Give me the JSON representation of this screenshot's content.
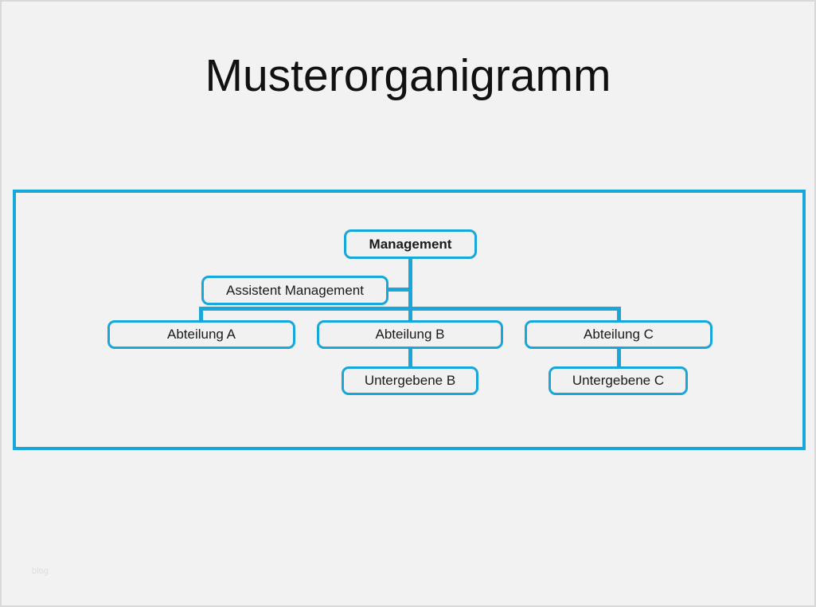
{
  "page": {
    "title": "Musterorganigramm",
    "watermark": "blog"
  },
  "colors": {
    "accent": "#18a7db",
    "background": "#f2f2f2",
    "box_fill": "#f1f1f1",
    "text": "#1a1a1a",
    "page_border": "#d9d9d9",
    "watermark": "#dddddd"
  },
  "chart_data": {
    "type": "org-chart",
    "title": "Musterorganigramm",
    "nodes": [
      {
        "id": "management",
        "label": "Management",
        "bold": true,
        "level": 1
      },
      {
        "id": "assistent",
        "label": "Assistent Management",
        "bold": false,
        "level": 2
      },
      {
        "id": "abteilung-a",
        "label": "Abteilung A",
        "bold": false,
        "level": 3
      },
      {
        "id": "abteilung-b",
        "label": "Abteilung B",
        "bold": false,
        "level": 3
      },
      {
        "id": "abteilung-c",
        "label": "Abteilung C",
        "bold": false,
        "level": 3
      },
      {
        "id": "untergebene-b",
        "label": "Untergebene B",
        "bold": false,
        "level": 4
      },
      {
        "id": "untergebene-c",
        "label": "Untergebene C",
        "bold": false,
        "level": 4
      }
    ],
    "edges": [
      {
        "from": "management",
        "to": "assistent",
        "kind": "assistant"
      },
      {
        "from": "management",
        "to": "abteilung-a"
      },
      {
        "from": "management",
        "to": "abteilung-b"
      },
      {
        "from": "management",
        "to": "abteilung-c"
      },
      {
        "from": "abteilung-b",
        "to": "untergebene-b"
      },
      {
        "from": "abteilung-c",
        "to": "untergebene-c"
      }
    ]
  }
}
